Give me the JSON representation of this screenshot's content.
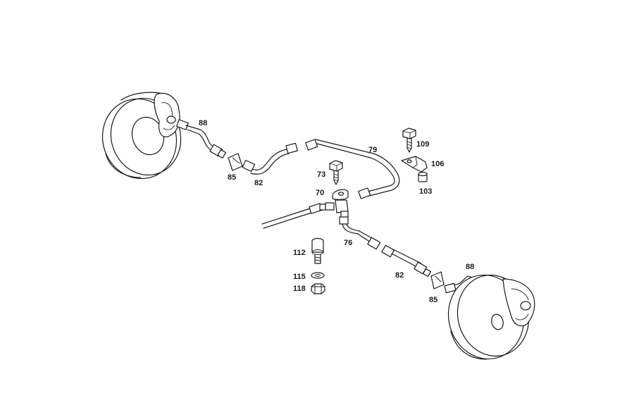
{
  "diagram": {
    "callouts": {
      "n88_left": "88",
      "n85_left": "85",
      "n82_left": "82",
      "n79": "79",
      "n109": "109",
      "n106": "106",
      "n103": "103",
      "n73": "73",
      "n70": "70",
      "n76": "76",
      "n112": "112",
      "n115": "115",
      "n118": "118",
      "n82_right": "82",
      "n85_right": "85",
      "n88_right": "88"
    }
  }
}
